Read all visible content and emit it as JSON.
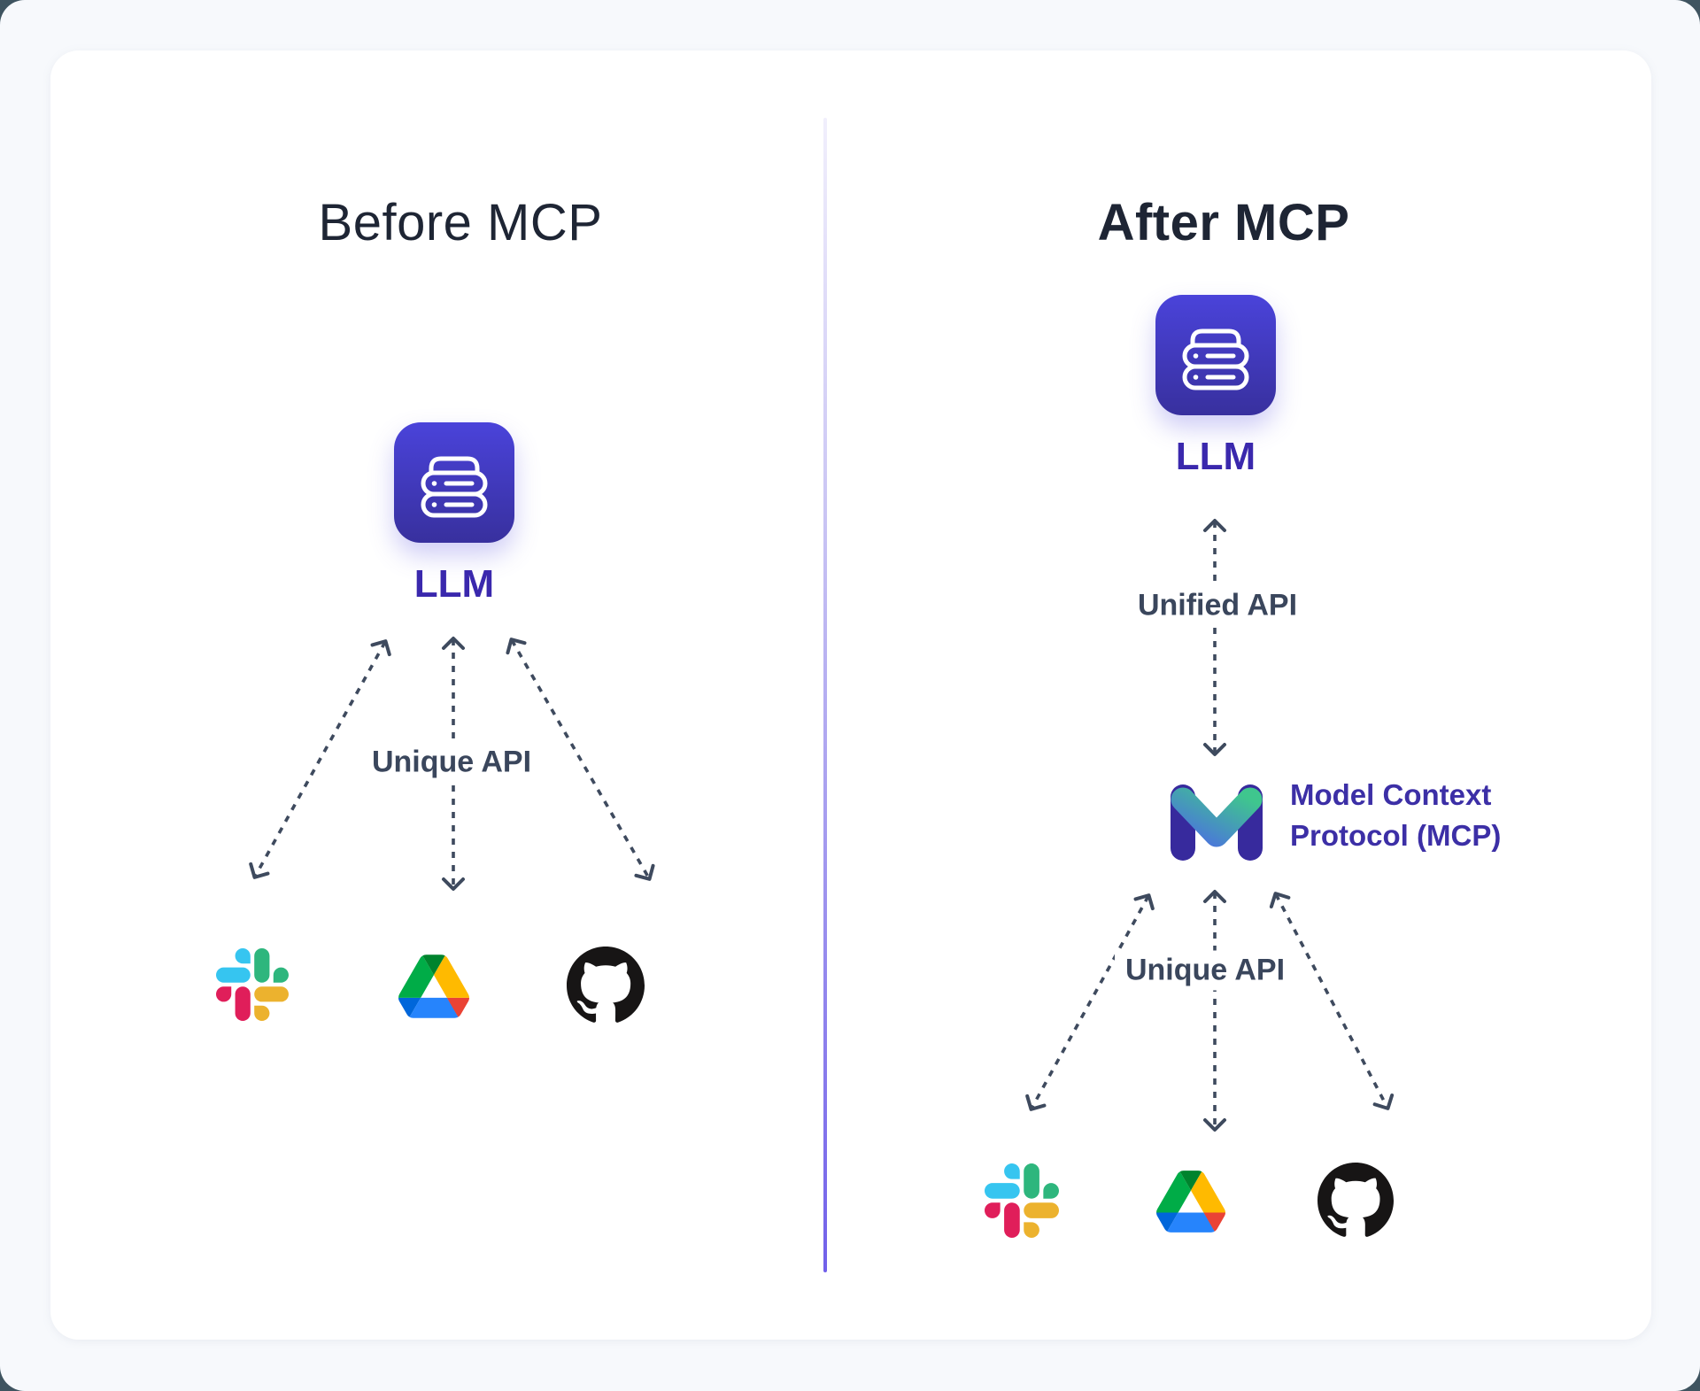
{
  "before": {
    "title": "Before MCP",
    "llm_label": "LLM",
    "api_label": "Unique API",
    "services": [
      "Slack",
      "Google Drive",
      "GitHub"
    ]
  },
  "after": {
    "title": "After MCP",
    "llm_label": "LLM",
    "unified_api_label": "Unified API",
    "mcp_line1": "Model Context",
    "mcp_line2": "Protocol (MCP)",
    "api_label": "Unique API",
    "services": [
      "Slack",
      "Google Drive",
      "GitHub"
    ]
  },
  "icons": {
    "llm": "server-stack-icon",
    "mcp": "mcp-logo",
    "services": [
      "slack-icon",
      "google-drive-icon",
      "github-icon"
    ]
  },
  "colors": {
    "page_background": "#f7f9fc",
    "card_background": "#ffffff",
    "title_text": "#1e2534",
    "llm_box_gradient_top": "#4a43da",
    "llm_box_gradient_bottom": "#38309e",
    "llm_label_text": "#3a28ad",
    "api_label_text": "#3a465c",
    "arrow": "#3e4a5e",
    "divider_top": "#f1effc",
    "divider_bottom": "#7160ea",
    "mcp_text": "#3c2fa6",
    "mcp_pillar": "#372a9d",
    "mcp_gradient_blue": "#4b74dd",
    "mcp_gradient_green": "#3fc68e",
    "slack_blue": "#36c5f0",
    "slack_green": "#2eb67d",
    "slack_red": "#e01e5a",
    "slack_yellow": "#ecb22e",
    "drive_blue": "#2684fc",
    "drive_green": "#00ac47",
    "drive_yellow": "#ffba00",
    "drive_red": "#ea4335",
    "github_black": "#171515"
  }
}
